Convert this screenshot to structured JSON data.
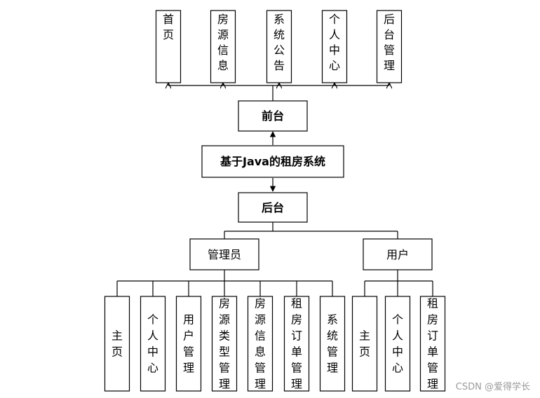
{
  "top_modules": [
    "首页",
    "房源信息",
    "系统公告",
    "个人中心",
    "后台管理"
  ],
  "frontend": "前台",
  "system": "基于Java的租房系统",
  "backend": "后台",
  "roles": {
    "admin": "管理员",
    "user": "用户"
  },
  "admin_modules": [
    "主页",
    "个人中心",
    "用户管理",
    "房源类型管理",
    "房源信息管理",
    "租房订单管理",
    "系统管理"
  ],
  "user_modules": [
    "主页",
    "个人中心",
    "租房订单管理"
  ],
  "watermark": "CSDN @爱得学长"
}
